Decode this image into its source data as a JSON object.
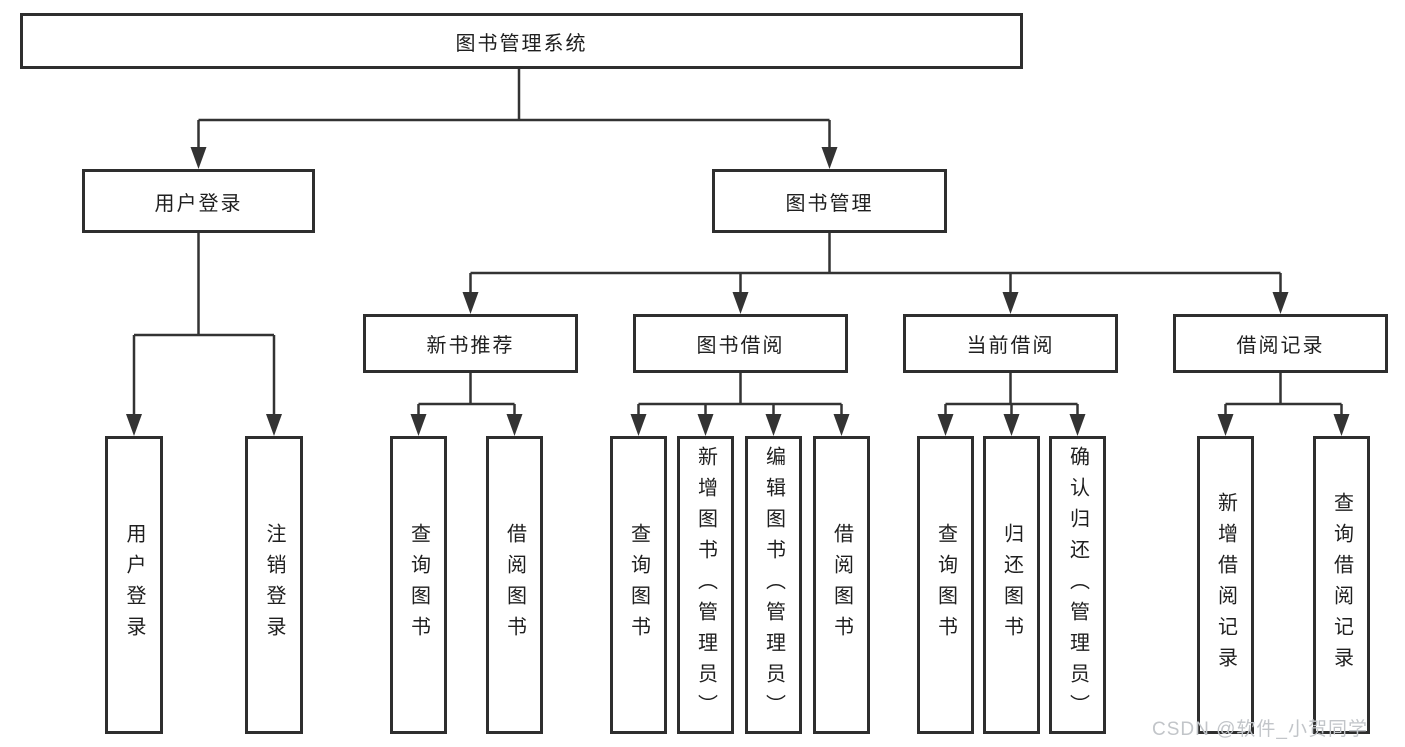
{
  "diagram": {
    "root": {
      "label": "图书管理系统"
    },
    "branches": [
      {
        "label": "用户登录",
        "children": [
          {
            "label": "用户登录"
          },
          {
            "label": "注销登录"
          }
        ]
      },
      {
        "label": "图书管理",
        "children": [
          {
            "label": "新书推荐",
            "children": [
              {
                "label": "查询图书"
              },
              {
                "label": "借阅图书"
              }
            ]
          },
          {
            "label": "图书借阅",
            "children": [
              {
                "label": "查询图书"
              },
              {
                "label": "新增图书（管理员）"
              },
              {
                "label": "编辑图书（管理员）"
              },
              {
                "label": "借阅图书"
              }
            ]
          },
          {
            "label": "当前借阅",
            "children": [
              {
                "label": "查询图书"
              },
              {
                "label": "归还图书"
              },
              {
                "label": "确认归还（管理员）"
              }
            ]
          },
          {
            "label": "借阅记录",
            "children": [
              {
                "label": "新增借阅记录"
              },
              {
                "label": "查询借阅记录"
              }
            ]
          }
        ]
      }
    ]
  },
  "watermark": {
    "text": "CSDN @软件_小贺同学"
  },
  "colors": {
    "line": "#333333",
    "box_border": "#2e2e2e",
    "text": "#1f1f1f",
    "watermark": "#c2c5c9",
    "background": "#ffffff"
  }
}
